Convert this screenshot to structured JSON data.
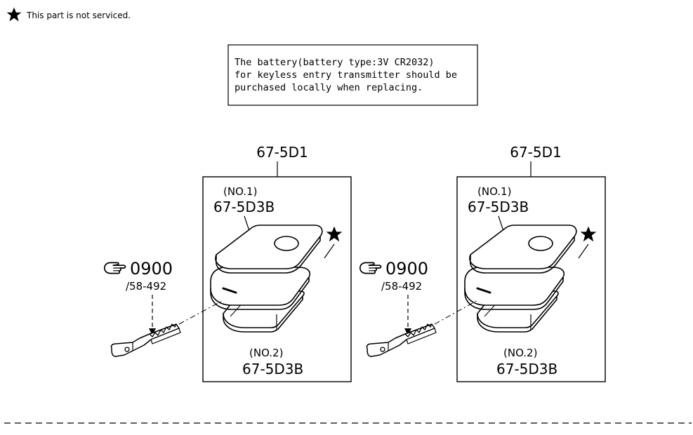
{
  "legend": {
    "star_icon": "star-icon",
    "text": "This part is not serviced."
  },
  "note": {
    "lines": [
      "The battery(battery type:3V CR2032)",
      "for keyless entry transmitter should be",
      "purchased locally when replacing."
    ]
  },
  "assemblies": [
    {
      "box_label": "67-5D1",
      "upper_qualifier": "(NO.1)",
      "upper_part": "67-5D3B",
      "lower_qualifier": "(NO.2)",
      "lower_part": "67-5D3B",
      "key_ref_main": "0900",
      "key_ref_sub": "/58-492",
      "pointer_icon": "pointing-hand-icon"
    },
    {
      "box_label": "67-5D1",
      "upper_qualifier": "(NO.1)",
      "upper_part": "67-5D3B",
      "lower_qualifier": "(NO.2)",
      "lower_part": "67-5D3B",
      "key_ref_main": "0900",
      "key_ref_sub": "/58-492",
      "pointer_icon": "pointing-hand-icon"
    }
  ]
}
